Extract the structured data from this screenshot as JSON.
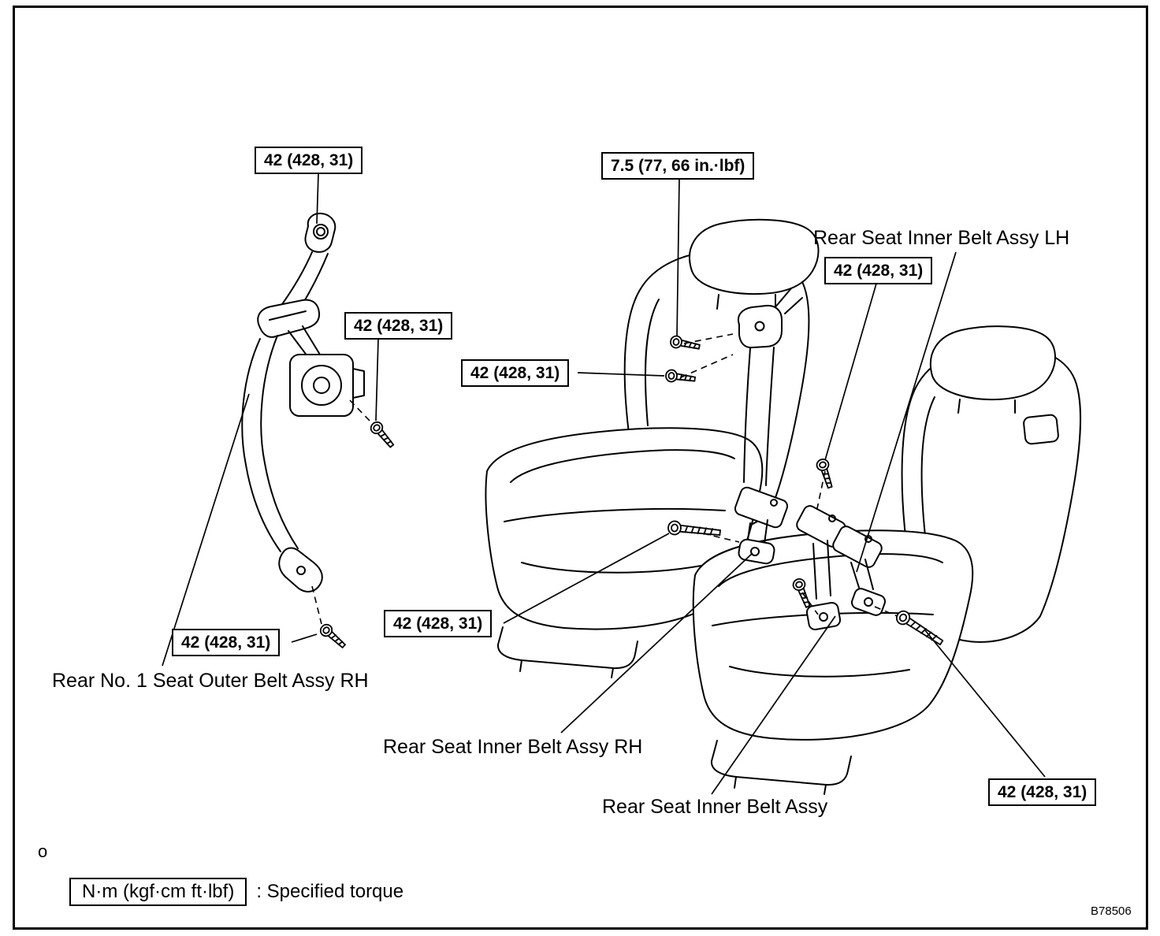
{
  "callouts": [
    {
      "text": "42 (428, 31)"
    },
    {
      "text": "42 (428, 31)"
    },
    {
      "text": "7.5 (77, 66 in.·lbf)"
    },
    {
      "text": "42 (428, 31)"
    },
    {
      "text": "42 (428, 31)"
    },
    {
      "text": "42 (428, 31)"
    },
    {
      "text": "42 (428, 31)"
    },
    {
      "text": "42 (428, 31)"
    }
  ],
  "part_labels": [
    {
      "text": "Rear Seat Inner Belt Assy LH"
    },
    {
      "text": "Rear No. 1 Seat Outer Belt Assy RH"
    },
    {
      "text": "Rear Seat Inner Belt Assy RH"
    },
    {
      "text": "Rear Seat Inner Belt Assy"
    }
  ],
  "legend": {
    "unit_box": "N·m (kgf·cm ft·lbf)",
    "description": ": Specified torque"
  },
  "footer": {
    "ref_code": "B78506",
    "stray_mark": "o"
  }
}
